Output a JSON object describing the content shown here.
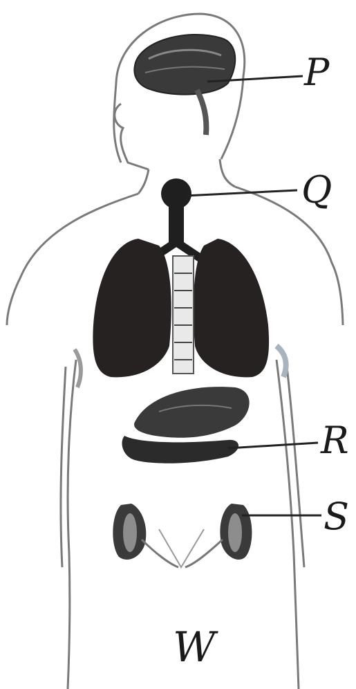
{
  "labels": {
    "p": "P",
    "q": "Q",
    "r": "R",
    "s": "S",
    "figure": "W"
  },
  "colors": {
    "ink": "#1a1a1a",
    "organ_dark": "#2b2b2b",
    "lung": "#262222",
    "outline": "#6f6f6f"
  }
}
